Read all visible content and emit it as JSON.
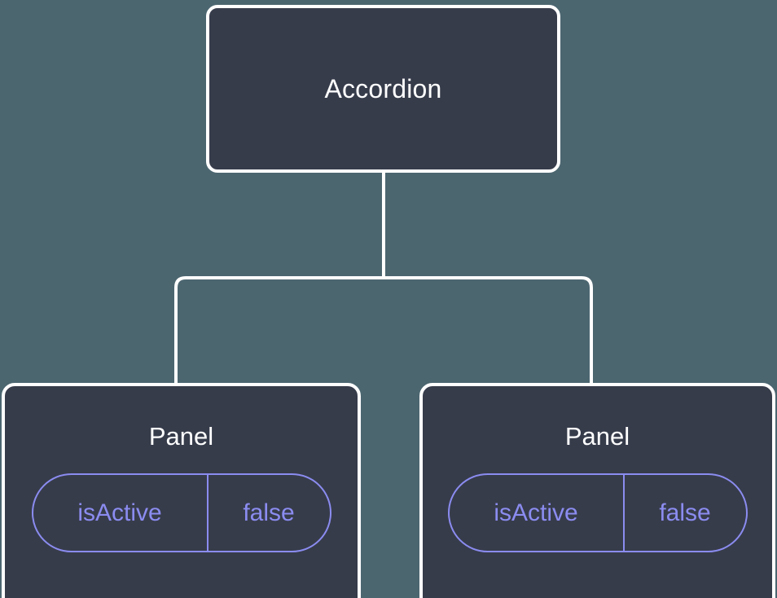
{
  "diagram": {
    "type": "component-tree",
    "background_color": "#4c6670",
    "node_fill_color": "#373c4b",
    "node_border_color": "#ffffff",
    "connector_color": "#ffffff",
    "accent_color": "#8b8cf0",
    "root": {
      "title": "Accordion"
    },
    "children": [
      {
        "title": "Panel",
        "state": {
          "key": "isActive",
          "value": "false"
        }
      },
      {
        "title": "Panel",
        "state": {
          "key": "isActive",
          "value": "false"
        }
      }
    ]
  }
}
